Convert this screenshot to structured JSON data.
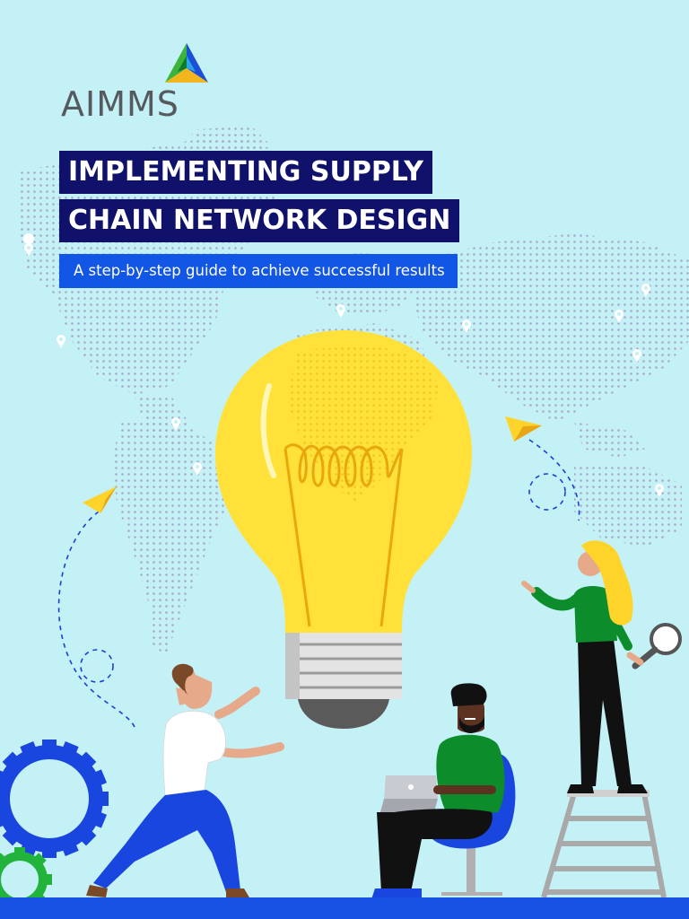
{
  "logo": {
    "text": "AIMMS",
    "icon": "aimms-triangle-logo"
  },
  "title": {
    "line1": "IMPLEMENTING SUPPLY",
    "line2": "CHAIN NETWORK DESIGN"
  },
  "subtitle": "A step-by-step guide to achieve successful results",
  "colors": {
    "background": "#c4f1f6",
    "map_dots": "#a9a9c9",
    "title_bg": "#10116b",
    "subtitle_bg": "#1256e6",
    "bulb": "#ffe13a",
    "gear_blue": "#1a46e0",
    "gear_green": "#22b33c",
    "shirt_green": "#0c8c2a",
    "floor": "#1651e3"
  },
  "illustration": {
    "icons": [
      "world-map",
      "light-bulb-icon",
      "location-pin-icon",
      "paper-plane-icon",
      "gear-icon",
      "magnifier-icon"
    ],
    "figures": [
      "kneeling-man",
      "seated-man-with-laptop",
      "woman-on-ladder"
    ]
  }
}
